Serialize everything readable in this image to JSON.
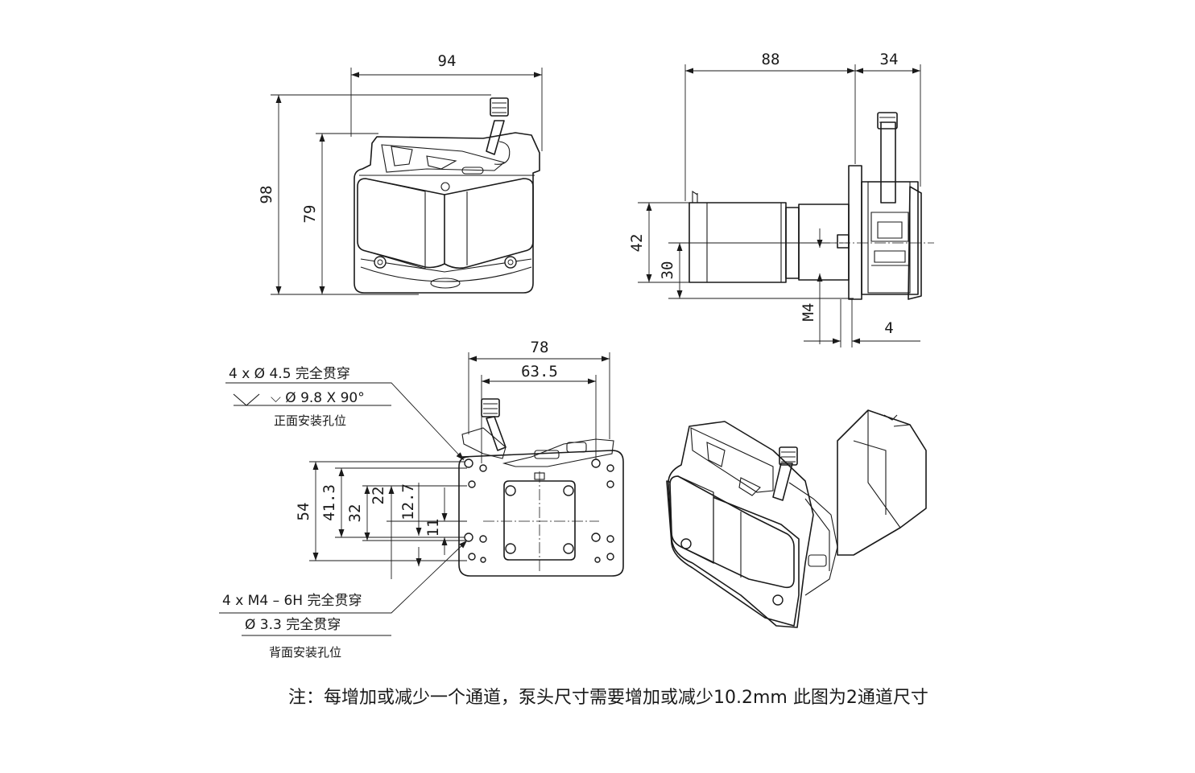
{
  "front_view": {
    "dim_width": "94",
    "dim_height_total": "98",
    "dim_height_head": "79"
  },
  "side_view": {
    "dim_motor_length": "88",
    "dim_head_depth": "34",
    "dim_flange": "42",
    "dim_shaft_height": "30",
    "dim_thread": "M4",
    "dim_offset": "4"
  },
  "back_view": {
    "dim_outer_width": "78",
    "dim_hole_pitch_x": "63.5",
    "dim_outer_height": "54",
    "dim_hole_pitch_y": "41.3",
    "dim_32": "32",
    "dim_22": "22",
    "dim_12_7": "12.7",
    "dim_11": "11",
    "front_holes": {
      "line1": "4 x Ø 4.5 完全贯穿",
      "line2": "⌵ Ø 9.8 X 90°",
      "caption": "正面安装孔位"
    },
    "back_holes": {
      "line1": "4 x M4 – 6H 完全贯穿",
      "line2": "Ø 3.3 完全贯穿",
      "caption": "背面安装孔位"
    }
  },
  "note": "注：每增加或减少一个通道，泵头尺寸需要增加或减少10.2mm  此图为2通道尺寸"
}
